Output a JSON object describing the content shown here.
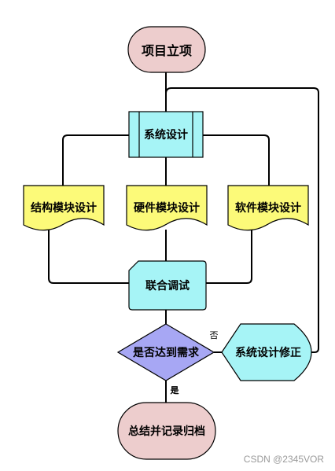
{
  "nodes": {
    "start": "项目立项",
    "system_design": "系统设计",
    "structure_design": "结构模块设计",
    "hardware_design": "硬件模块设计",
    "software_design": "软件模块设计",
    "integration": "联合调试",
    "decision": "是否达到需求",
    "revise": "系统设计修正",
    "end": "总结并记录归档"
  },
  "edge_labels": {
    "no": "否",
    "yes": "是"
  },
  "watermark": "CSDN @2345VOR",
  "colors": {
    "terminal": "#edcdcd",
    "process": "#a6f4f6",
    "document": "#fcfa79",
    "decision": "#a7a7f4",
    "display": "#a6f4f6",
    "line": "#000000"
  }
}
